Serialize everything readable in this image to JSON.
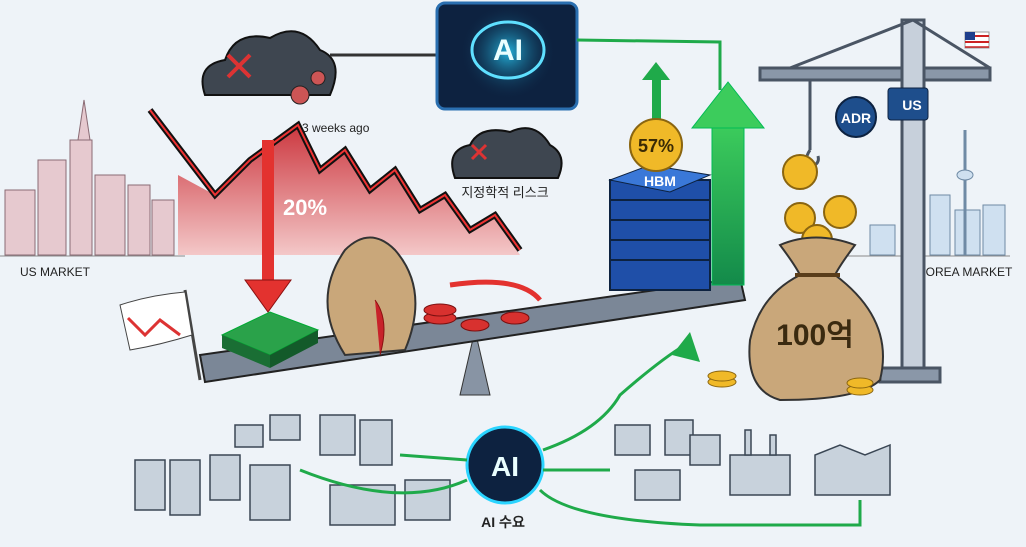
{
  "top_ai": {
    "label": "AI"
  },
  "decline": {
    "time_label": "3 weeks ago",
    "percent": "20%"
  },
  "risk": {
    "label": "지정학적 리스크"
  },
  "us_market": {
    "label": "US MARKET"
  },
  "hbm": {
    "chip_label": "HBM",
    "coin_label": "57%"
  },
  "crane": {
    "adr_label": "ADR",
    "us_label": "US"
  },
  "korea_market": {
    "label": "KOREA MARKET"
  },
  "money_bag": {
    "label": "100억"
  },
  "bottom_ai": {
    "label": "AI",
    "caption": "AI 수요"
  },
  "colors": {
    "red": "#c8222a",
    "green": "#1faa4a",
    "navy": "#0d2240",
    "gold": "#f0b928",
    "sack": "#c9a77a"
  }
}
